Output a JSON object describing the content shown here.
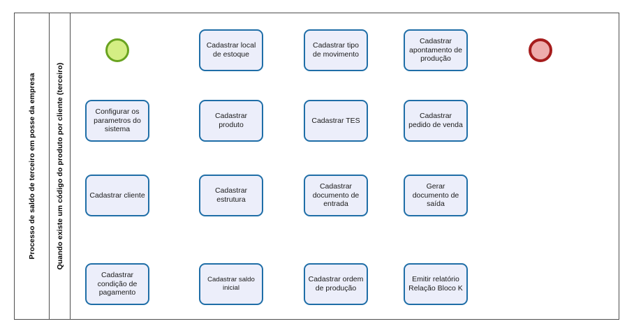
{
  "diagram": {
    "type": "bpmn-flowchart",
    "pool_label": "Processo de saldo de terceiro em posse da empresa",
    "lane_label": "Quando existe um código do produto por cliente (terceiro)",
    "colors": {
      "task_fill": "#eceefa",
      "task_border": "#1f6ea7",
      "start_fill": "#d4ee84",
      "start_border": "#69a320",
      "end_fill": "#eeacac",
      "end_border": "#a61c1c",
      "frame_border": "#4d4d4d",
      "connector": "#000000"
    },
    "events": {
      "start": "start-event",
      "end": "end-event"
    },
    "columns": [
      {
        "id": "col-1",
        "tasks": [
          "Configurar os parametros do sistema",
          "Cadastrar cliente",
          "Cadastrar condição de pagamento"
        ]
      },
      {
        "id": "col-2",
        "tasks": [
          "Cadastrar local de estoque",
          "Cadastrar produto",
          "Cadastrar estrutura",
          "Cadastrar saldo inicial"
        ]
      },
      {
        "id": "col-3",
        "tasks": [
          "Cadastrar tipo de movimento",
          "Cadastrar TES",
          "Cadastrar documento de entrada",
          "Cadastrar ordem de produção"
        ]
      },
      {
        "id": "col-4",
        "tasks": [
          "Cadastrar apontamento de produção",
          "Cadastrar pedido de venda",
          "Gerar documento de saída",
          "Emitir relatório Relação Bloco K"
        ]
      }
    ],
    "sequence": [
      "start-event",
      "Configurar os parametros do sistema",
      "Cadastrar cliente",
      "Cadastrar condição de pagamento",
      "Cadastrar local de estoque",
      "Cadastrar produto",
      "Cadastrar estrutura",
      "Cadastrar saldo inicial",
      "Cadastrar tipo de movimento",
      "Cadastrar TES",
      "Cadastrar documento de entrada",
      "Cadastrar ordem de produção",
      "Cadastrar apontamento de produção",
      "Cadastrar pedido de venda",
      "Gerar documento de saída",
      "Emitir relatório Relação Bloco K",
      "end-event"
    ]
  }
}
